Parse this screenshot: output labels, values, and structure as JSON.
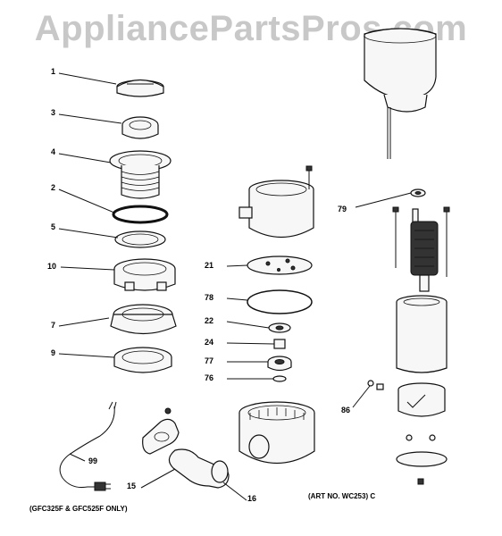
{
  "watermark": "AppliancePartsPros.com",
  "callouts": [
    "1",
    "3",
    "4",
    "2",
    "5",
    "10",
    "7",
    "9",
    "21",
    "78",
    "22",
    "24",
    "77",
    "76",
    "79",
    "86",
    "99",
    "15",
    "16"
  ],
  "notes": {
    "models": "(GFC325F & GFC525F ONLY)",
    "art_no": "(ART NO. WC253) C"
  }
}
